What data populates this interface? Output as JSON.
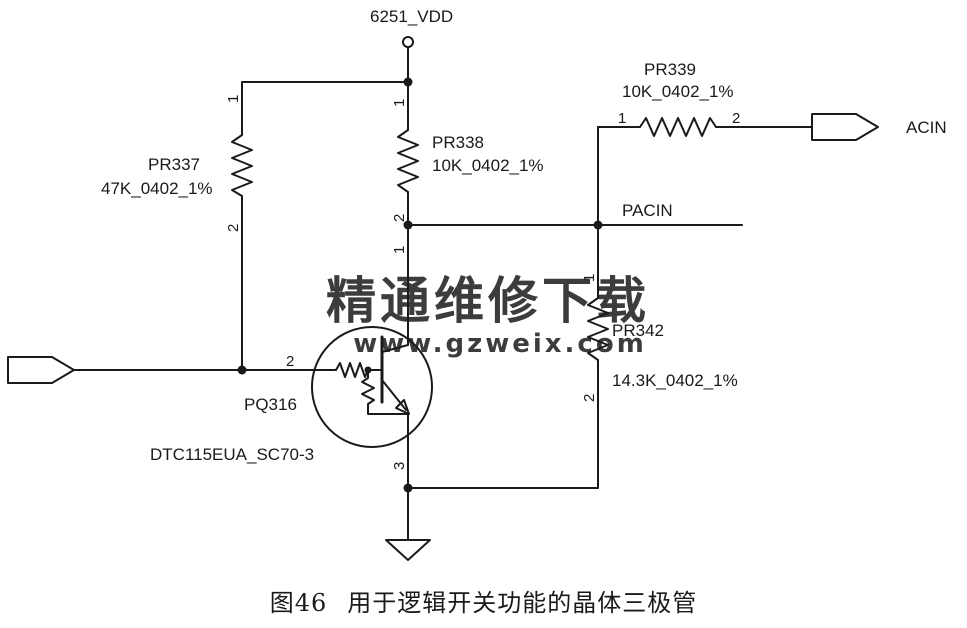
{
  "power_label": "6251_VDD",
  "components": {
    "pr337": {
      "ref": "PR337",
      "value": "47K_0402_1%",
      "pin1": "1",
      "pin2": "2"
    },
    "pr338": {
      "ref": "PR338",
      "value": "10K_0402_1%",
      "pin1": "1",
      "pin2": "2"
    },
    "pr339": {
      "ref": "PR339",
      "value": "10K_0402_1%",
      "pin1": "1",
      "pin2": "2"
    },
    "pr342": {
      "ref": "PR342",
      "value": "14.3K_0402_1%",
      "pin1": "1",
      "pin2": "2"
    },
    "pq316": {
      "ref": "PQ316",
      "part": "DTC115EUA_SC70-3",
      "pin_base": "2",
      "pin_collector": "1",
      "pin_emitter": "3"
    }
  },
  "nets": {
    "pacin": "PACIN",
    "acin": "ACIN"
  },
  "watermark": {
    "text_cn": "精通维修下载",
    "url": "www.gzweix.com"
  },
  "caption": {
    "figure": "图46",
    "text": "用于逻辑开关功能的晶体三极管"
  },
  "colors": {
    "ink": "#1a1a1a",
    "watermark": "#f2b38a"
  }
}
